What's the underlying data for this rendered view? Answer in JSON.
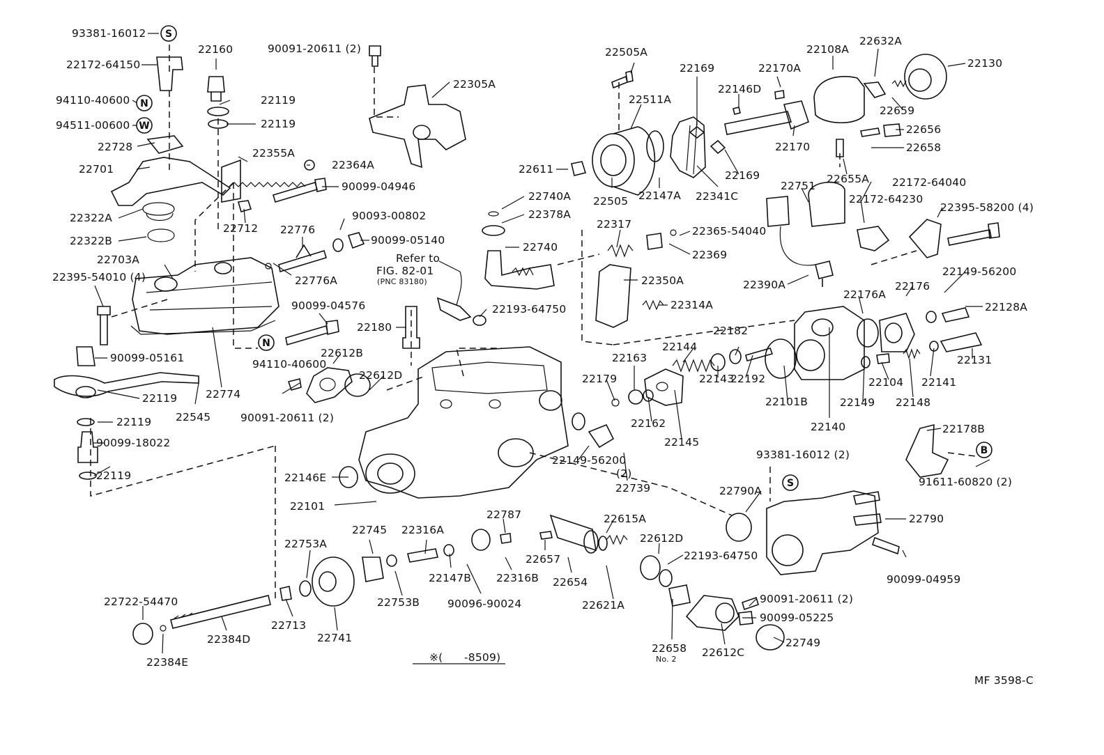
{
  "labels": [
    "93381-16012",
    "22172-64150",
    "94110-40600",
    "94511-00600",
    "22728",
    "22701",
    "22322A",
    "22322B",
    "22703A",
    "22395-54010 (4)",
    "90099-05161",
    "22119",
    "22119",
    "90099-18022",
    "22119",
    "22545",
    "22774",
    "94110-40600",
    "22160",
    "22119",
    "22119",
    "22355A",
    "22364A",
    "90099-04946",
    "22712",
    "22776",
    "90093-00802",
    "90099-05140",
    "22776A",
    "90099-04576",
    "90091-20611 (2)",
    "22305A",
    "22612B",
    "22612D",
    "90091-20611 (2)",
    "22740A",
    "22378A",
    "22740",
    "Refer to",
    "FIG. 82-01",
    "(PNC 83180)",
    "22193-64750",
    "22180",
    "22505A",
    "22511A",
    "22611",
    "22505",
    "22147A",
    "22169",
    "22341C",
    "22169",
    "22170A",
    "22146D",
    "22170",
    "22108A",
    "22632A",
    "22130",
    "22659",
    "22656",
    "22658",
    "22655A",
    "22317",
    "22365-54040",
    "22369",
    "22350A",
    "22314A",
    "22751",
    "22172-64040",
    "22172-64230",
    "22395-58200 (4)",
    "22390A",
    "22149-56200",
    "22128A",
    "22176",
    "22176A",
    "22131",
    "22141",
    "22148",
    "22104",
    "22149",
    "22140",
    "22101B",
    "22192",
    "22182",
    "22144",
    "22143",
    "22163",
    "22179",
    "22162",
    "22145",
    "22149-56200",
    "(2)",
    "22739",
    "22146E",
    "22101",
    "22178B",
    "22790A",
    "93381-16012 (2)",
    "91611-60820 (2)",
    "22790",
    "90099-04959",
    "22753A",
    "22745",
    "22316A",
    "22787",
    "22657",
    "22615A",
    "22612D",
    "22193-64750",
    "22147B",
    "22316B",
    "22654",
    "22621A",
    "90096-90024",
    "22753B",
    "22722-54470",
    "22384D",
    "22384E",
    "22713",
    "22741",
    "90091-20611 (2)",
    "90099-05225",
    "22749",
    "22612C",
    "22658",
    "No. 2",
    "-8509)",
    "MF 3598-C"
  ],
  "badges": [
    "S",
    "N",
    "W",
    "N",
    "S",
    "B"
  ],
  "footnote_mark": "※("
}
